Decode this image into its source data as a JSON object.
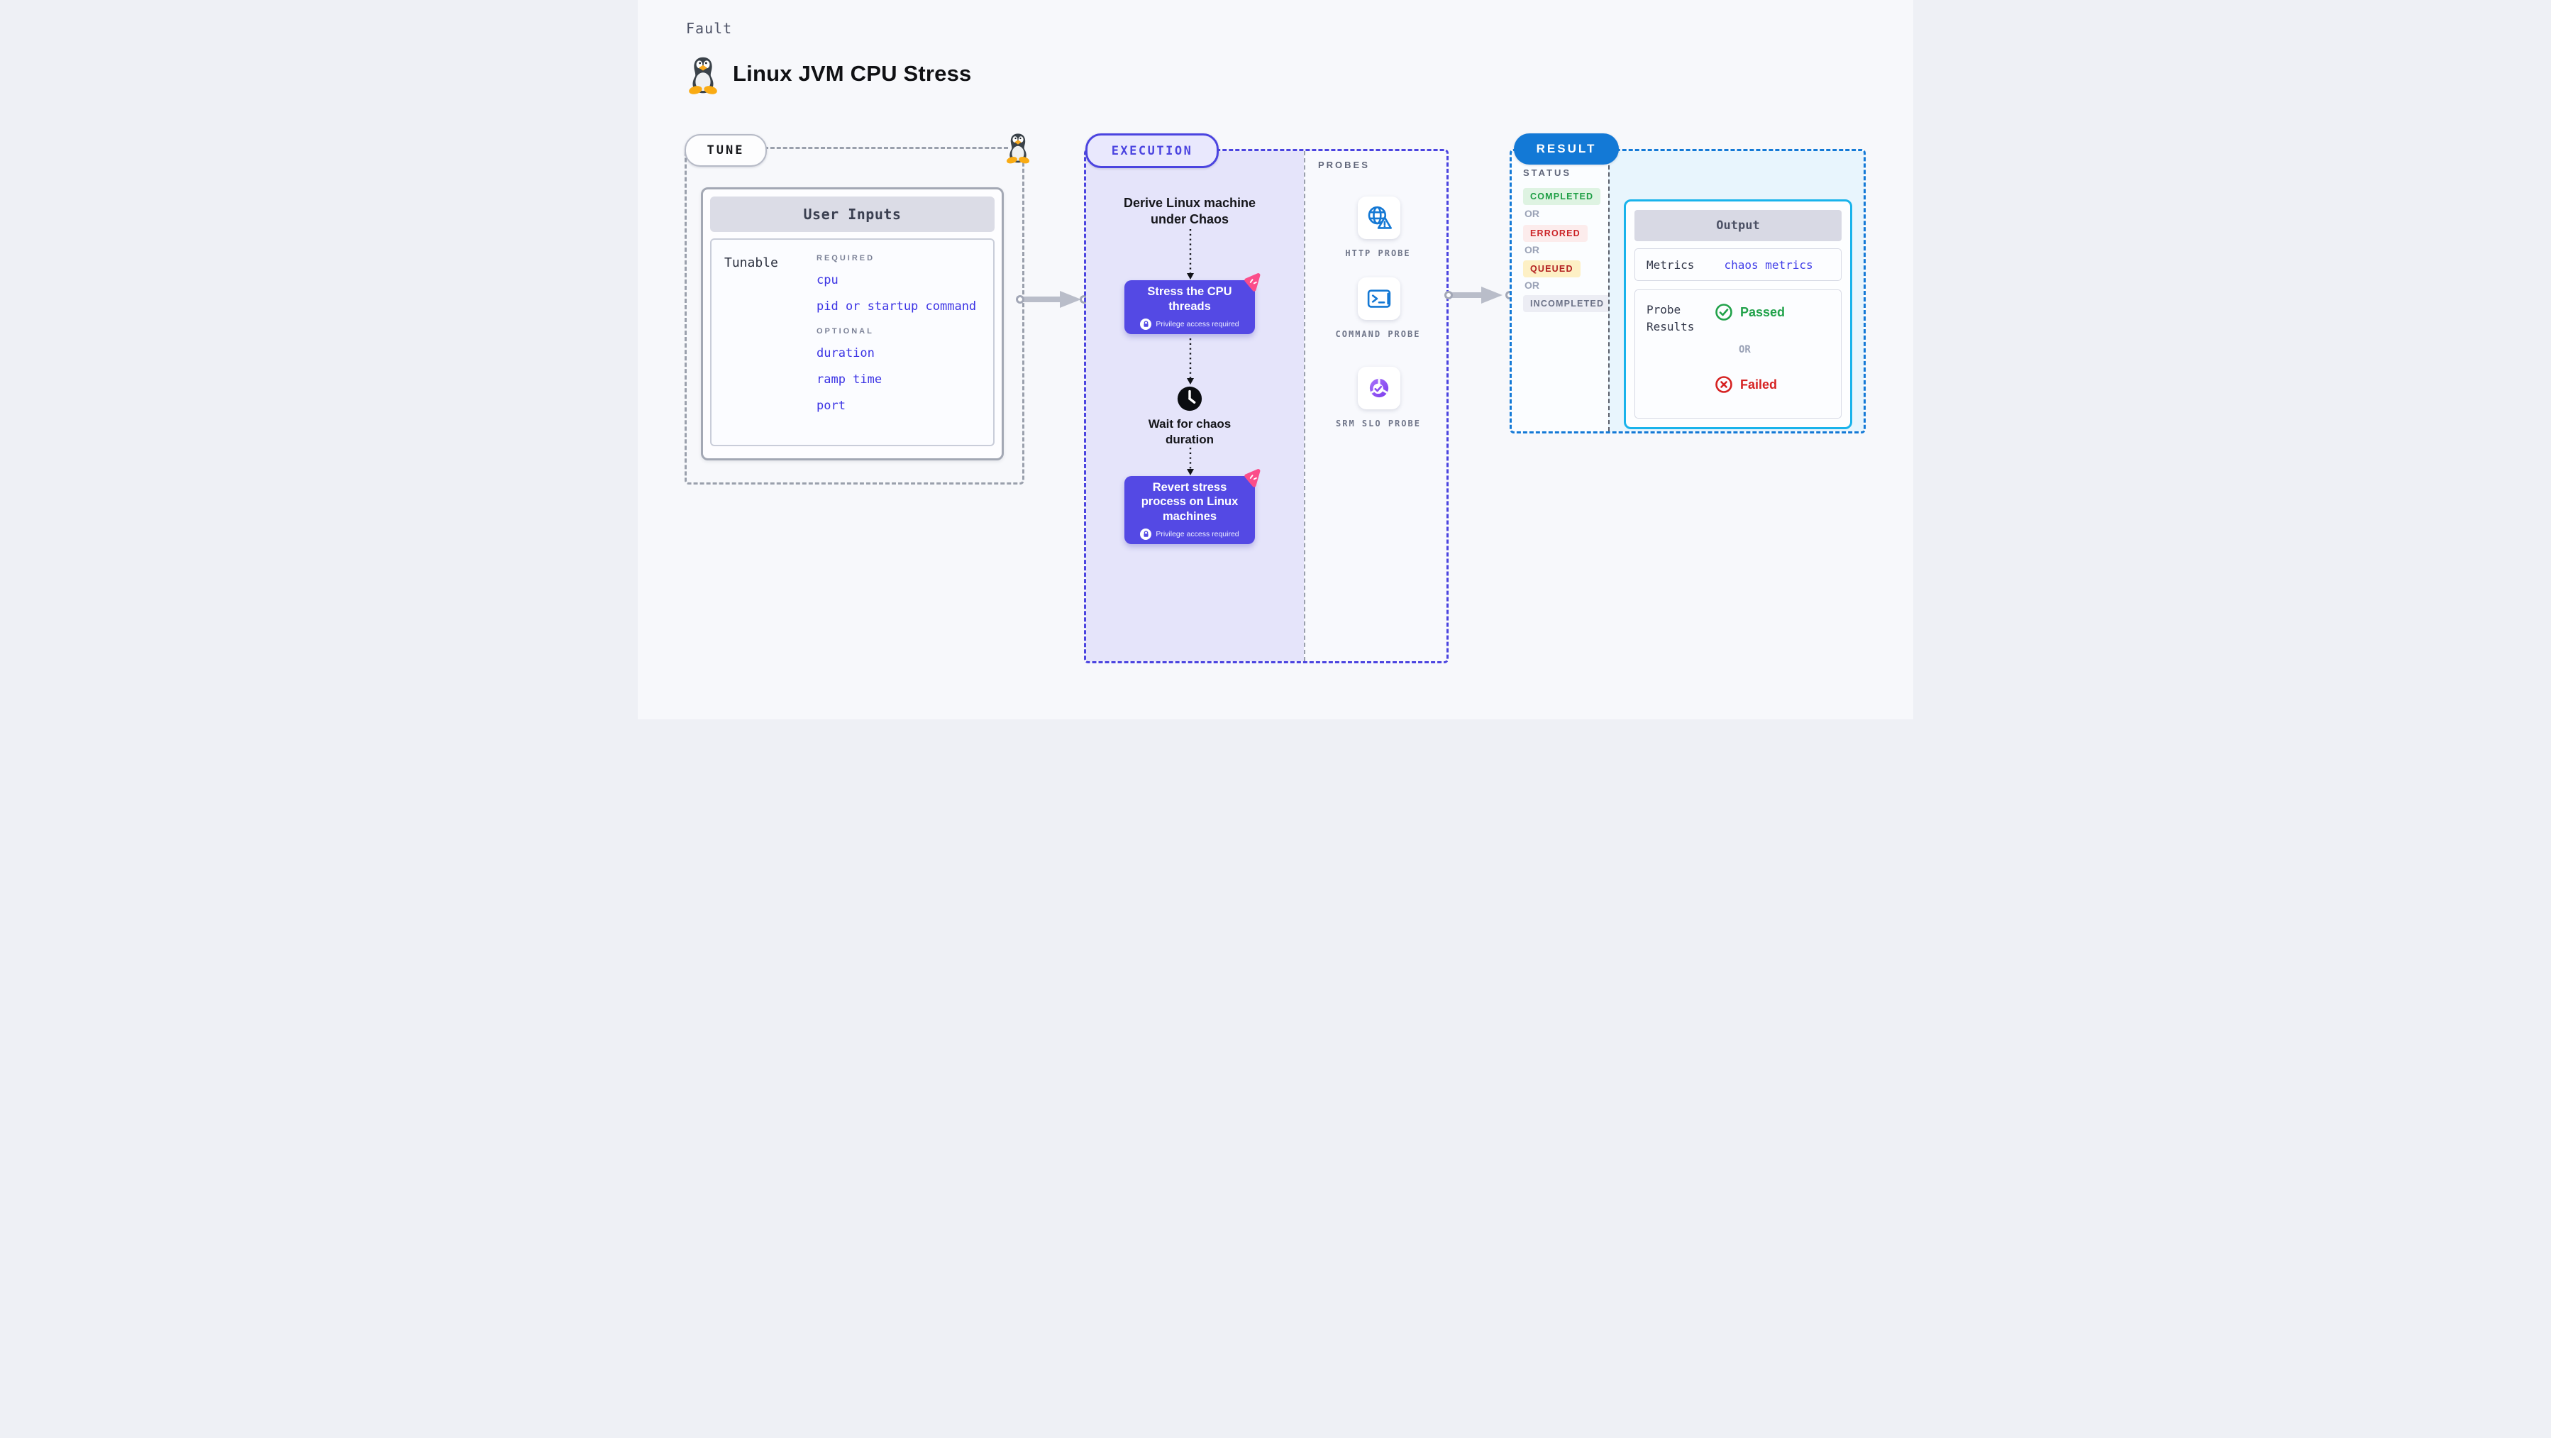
{
  "page": {
    "kind_label": "Fault",
    "title": "Linux JVM CPU Stress",
    "title_icon": "tux-penguin-icon"
  },
  "tune": {
    "pill_label": "TUNE",
    "corner_icon": "tux-penguin-icon",
    "card_header": "User Inputs",
    "row_label": "Tunable",
    "groups": [
      {
        "heading": "REQUIRED",
        "items": [
          "cpu",
          "pid or startup command"
        ]
      },
      {
        "heading": "OPTIONAL",
        "items": [
          "duration",
          "ramp time",
          "port"
        ]
      }
    ]
  },
  "execution": {
    "pill_label": "EXECUTION",
    "step_derive": "Derive Linux machine under Chaos",
    "step_stress": "Stress the CPU threads",
    "step_wait": "Wait for chaos duration",
    "step_revert": "Revert stress process on Linux machines",
    "privilege_note": "Privilege access required",
    "step_icons": [
      "clock-icon",
      "lock-icon",
      "chaos-pinwheel-icon"
    ]
  },
  "probes": {
    "heading": "PROBES",
    "items": [
      {
        "label": "HTTP PROBE",
        "icon": "globe-alert-icon"
      },
      {
        "label": "COMMAND PROBE",
        "icon": "terminal-icon"
      },
      {
        "label": "SRM SLO PROBE",
        "icon": "slo-pie-icon"
      }
    ]
  },
  "result": {
    "pill_label": "RESULT",
    "status_heading": "STATUS",
    "or_label": "OR",
    "statuses": [
      {
        "label": "COMPLETED",
        "fg": "#1d9e44",
        "bg": "#def3e2"
      },
      {
        "label": "ERRORED",
        "fg": "#cb2327",
        "bg": "#fcecec"
      },
      {
        "label": "QUEUED",
        "fg": "#b32020",
        "bg": "#fdf0c5"
      },
      {
        "label": "INCOMPLETED",
        "fg": "#6b7186",
        "bg": "#ecedf4"
      }
    ],
    "output": {
      "header": "Output",
      "metrics_label": "Metrics",
      "metrics_value": "chaos metrics",
      "probe_results_label": "Probe Results",
      "passed_label": "Passed",
      "failed_label": "Failed",
      "passed_icon": "check-circle-icon",
      "failed_icon": "x-circle-icon"
    }
  },
  "colors": {
    "page_bg": "#f7f8fb",
    "tune_border": "#9aa0ac",
    "execution_accent": "#4b44e0",
    "execution_bg": "#e5e4fa",
    "chaos_button": "#5449e4",
    "chaos_pink": "#fb4d8a",
    "link_blue": "#3a32e4",
    "probe_icon_blue": "#1478d4",
    "slo_purple": "#8b4df0",
    "result_blue": "#1379d6",
    "result_bg": "#e8f5fd",
    "output_border": "#19b3eb",
    "passed_green": "#21a24a",
    "failed_red": "#d62222",
    "arrow_gray": "#b9bdc9"
  }
}
